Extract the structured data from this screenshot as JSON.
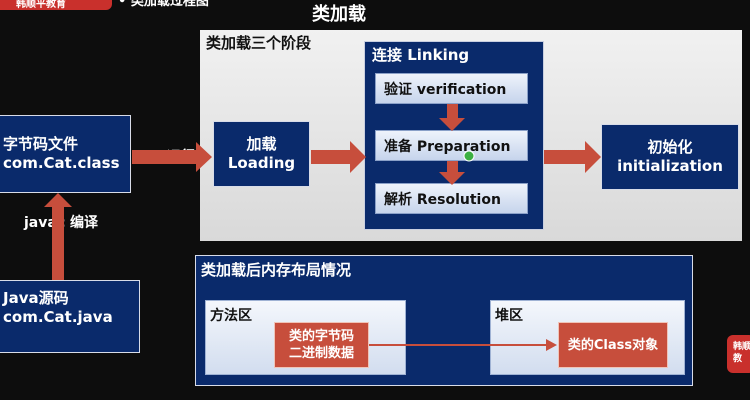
{
  "header": {
    "brand": "韩顺平教育",
    "subtitle": "• 类加载过程图",
    "title": "类加载"
  },
  "stage_panel": {
    "title": "类加载三个阶段",
    "loading": {
      "line1": "加载",
      "line2": "Loading"
    },
    "linking": {
      "title": "连接 Linking",
      "steps": [
        "验证 verification",
        "准备 Preparation",
        "解析 Resolution"
      ]
    },
    "initialization": {
      "line1": "初始化",
      "line2": "initialization"
    }
  },
  "bytecode_file": {
    "line1": "字节码文件",
    "line2": "com.Cat.class"
  },
  "java_source": {
    "line1": "Java源码",
    "line2": "com.Cat.java"
  },
  "labels": {
    "java_run": "java运行",
    "javac_compile": "javac 编译"
  },
  "memory_layout": {
    "title": "类加载后内存布局情况",
    "method_area": {
      "label": "方法区",
      "content_line1": "类的字节码",
      "content_line2": "二进制数据"
    },
    "heap": {
      "label": "堆区",
      "content": "类的Class对象"
    }
  },
  "corner_logo": {
    "line1": "韩顺",
    "line2": "教"
  },
  "colors": {
    "arrow_red": "#c74e3c",
    "box_blue": "#0a2a6b",
    "panel_gray": "#e6e6e6"
  }
}
